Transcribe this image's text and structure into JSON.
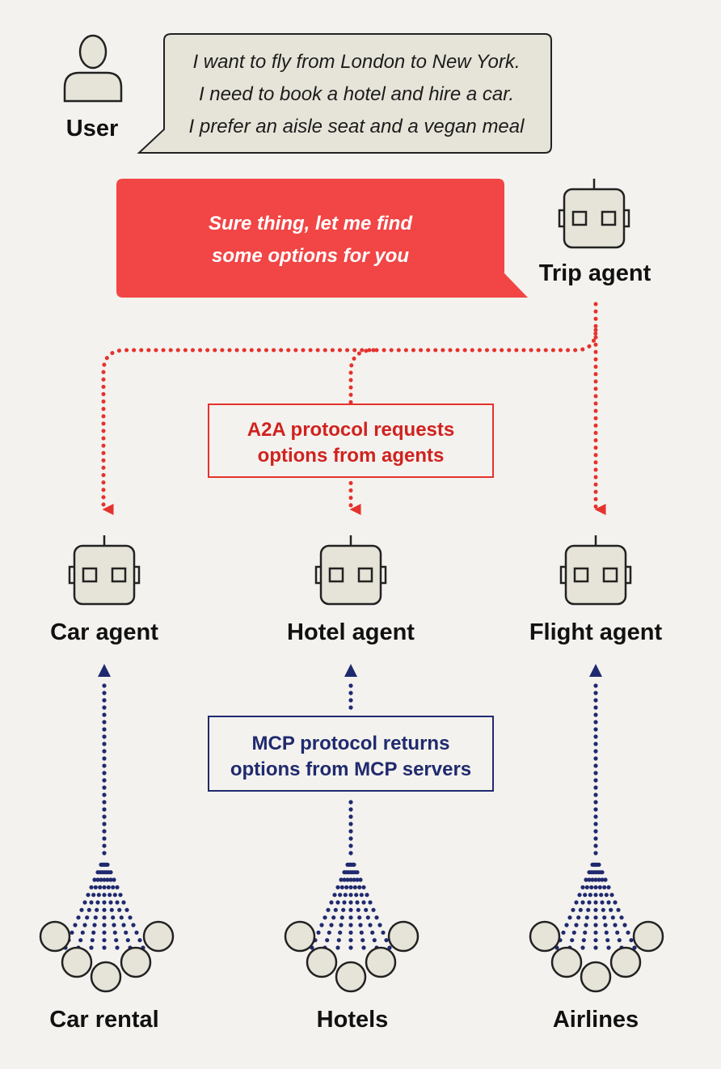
{
  "user": {
    "label": "User",
    "message_lines": [
      "I want to fly from London to New York.",
      "I need to book a hotel and hire a car.",
      "I prefer an aisle seat and a vegan meal"
    ]
  },
  "trip_agent": {
    "label": "Trip agent",
    "reply_lines": [
      "Sure thing, let me find",
      "some options for you"
    ]
  },
  "a2a_note": {
    "lines": [
      "A2A protocol requests",
      "options from agents"
    ]
  },
  "mcp_note": {
    "lines": [
      "MCP protocol returns",
      "options from MCP servers"
    ]
  },
  "agents": [
    {
      "label": "Car agent"
    },
    {
      "label": "Hotel agent"
    },
    {
      "label": "Flight agent"
    }
  ],
  "servers": [
    {
      "label": "Car rental"
    },
    {
      "label": "Hotels"
    },
    {
      "label": "Airlines"
    }
  ],
  "colors": {
    "background": "#f4f2ee",
    "bubble_fill": "#e6e3d8",
    "reply_red": "#f24545",
    "a2a_red": "#e5322d",
    "mcp_navy": "#1f2a6e",
    "icon_fill": "#e6e3d8"
  }
}
